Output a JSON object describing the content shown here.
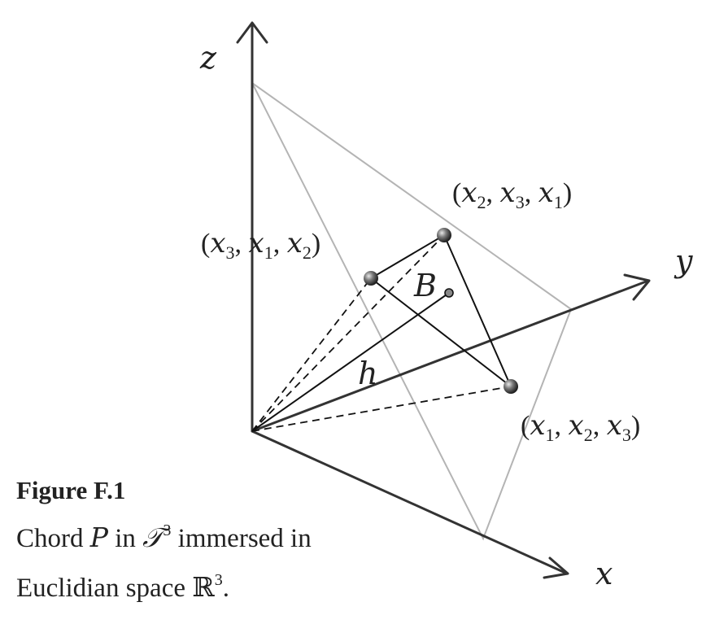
{
  "figure": {
    "axes": {
      "x": "x",
      "y": "y",
      "z": "z"
    },
    "points": {
      "p1": {
        "open": "(",
        "a": "x",
        "as": "1",
        "b": "x",
        "bs": "2",
        "c": "x",
        "cs": "3",
        "close": ")"
      },
      "p2": {
        "open": "(",
        "a": "x",
        "as": "2",
        "b": "x",
        "bs": "3",
        "c": "x",
        "cs": "1",
        "close": ")"
      },
      "p3": {
        "open": "(",
        "a": "x",
        "as": "3",
        "b": "x",
        "bs": "1",
        "c": "x",
        "cs": "2",
        "close": ")"
      }
    },
    "barycenter": "B",
    "height": "h"
  },
  "caption": {
    "title": "Figure F.1",
    "line1_a": "Chord ",
    "line1_p": "P",
    "line1_b": " in ",
    "line1_t": "𝒯",
    "line1_exp": "3",
    "line1_c": "  immersed in",
    "line2_a": "Euclidian space ",
    "line2_r": "ℝ",
    "line2_exp": "3",
    "line2_end": "."
  },
  "colors": {
    "axis": "#333333",
    "plane": "#b4b4b4",
    "line": "#111111",
    "text": "#222222"
  }
}
